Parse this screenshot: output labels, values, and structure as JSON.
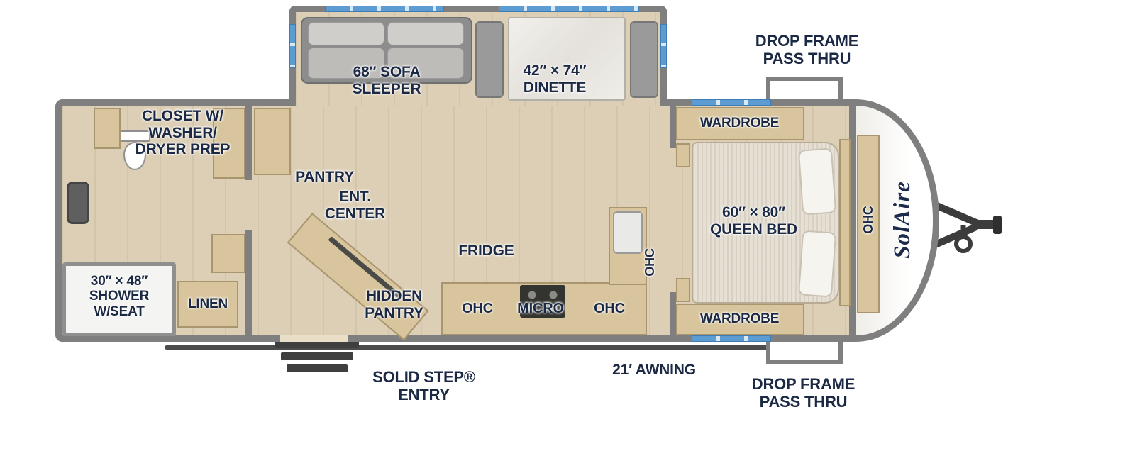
{
  "title": "Travel trailer floorplan",
  "colors": {
    "wall": "#7f7f7f",
    "floor": "#dccfb6",
    "furniture": "#d8c59d",
    "window_blue": "#5d9bd3",
    "label_text": "#1b2944"
  },
  "labels": {
    "drop_frame_top": [
      "DROP FRAME",
      "PASS THRU"
    ],
    "drop_frame_bottom": [
      "DROP FRAME",
      "PASS THRU"
    ],
    "sofa": [
      "68″ SOFA",
      "SLEEPER"
    ],
    "dinette": [
      "42″ × 74″",
      "DINETTE"
    ],
    "closet": [
      "CLOSET W/",
      "WASHER/",
      "DRYER PREP"
    ],
    "wardrobe_top": "WARDROBE",
    "wardrobe_bottom": "WARDROBE",
    "queen_bed": [
      "60″ × 80″",
      "QUEEN BED"
    ],
    "ohc_nose": "OHC",
    "ohc_counter": "OHC",
    "ohc_left": "OHC",
    "micro": "MICRO",
    "ohc_right": "OHC",
    "fridge": "FRIDGE",
    "pantry": "PANTRY",
    "ent_center": [
      "ENT.",
      "CENTER"
    ],
    "hidden_pantry": [
      "HIDDEN",
      "PANTRY"
    ],
    "shower": [
      "30″ × 48″",
      "SHOWER",
      "W/SEAT"
    ],
    "linen": "LINEN",
    "solid_step": [
      "SOLID STEP®",
      "ENTRY"
    ],
    "awning": "21′ AWNING",
    "brand": "SolAire"
  }
}
